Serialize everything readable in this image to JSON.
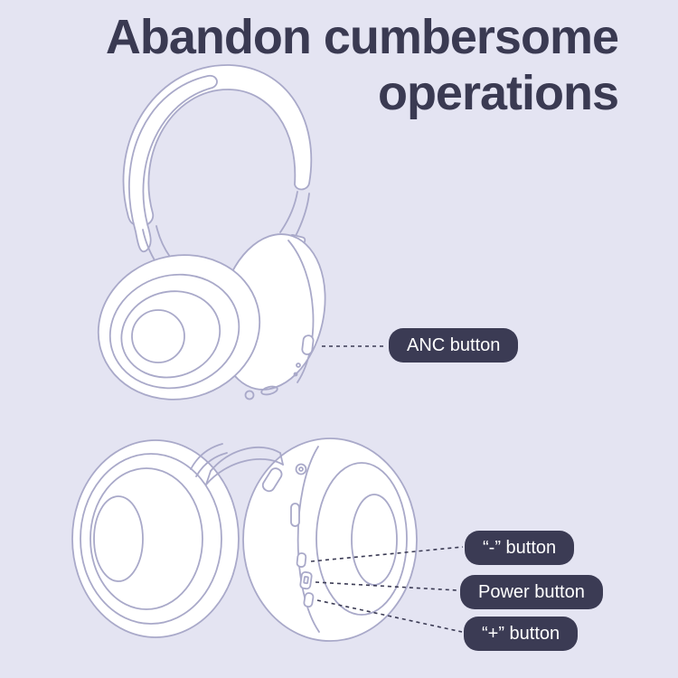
{
  "page": {
    "bg_color": "#E4E4F2"
  },
  "title": {
    "line1": "Abandon cumbersome",
    "line2": "operations",
    "color": "#3A3A52"
  },
  "illustration": {
    "stroke_color": "#A9A9C9",
    "fill_color": "#FFFFFF",
    "views": [
      "headphones-three-quarter-view",
      "headphones-folded-flat-view"
    ]
  },
  "callouts": [
    {
      "id": "anc",
      "label": "ANC button"
    },
    {
      "id": "minus",
      "label": "“-” button"
    },
    {
      "id": "power",
      "label": "Power button"
    },
    {
      "id": "plus",
      "label": "“+” button"
    }
  ],
  "colors": {
    "pill_bg": "#3B3B54",
    "pill_text": "#FFFFFF",
    "connector": "#3B3B54"
  }
}
